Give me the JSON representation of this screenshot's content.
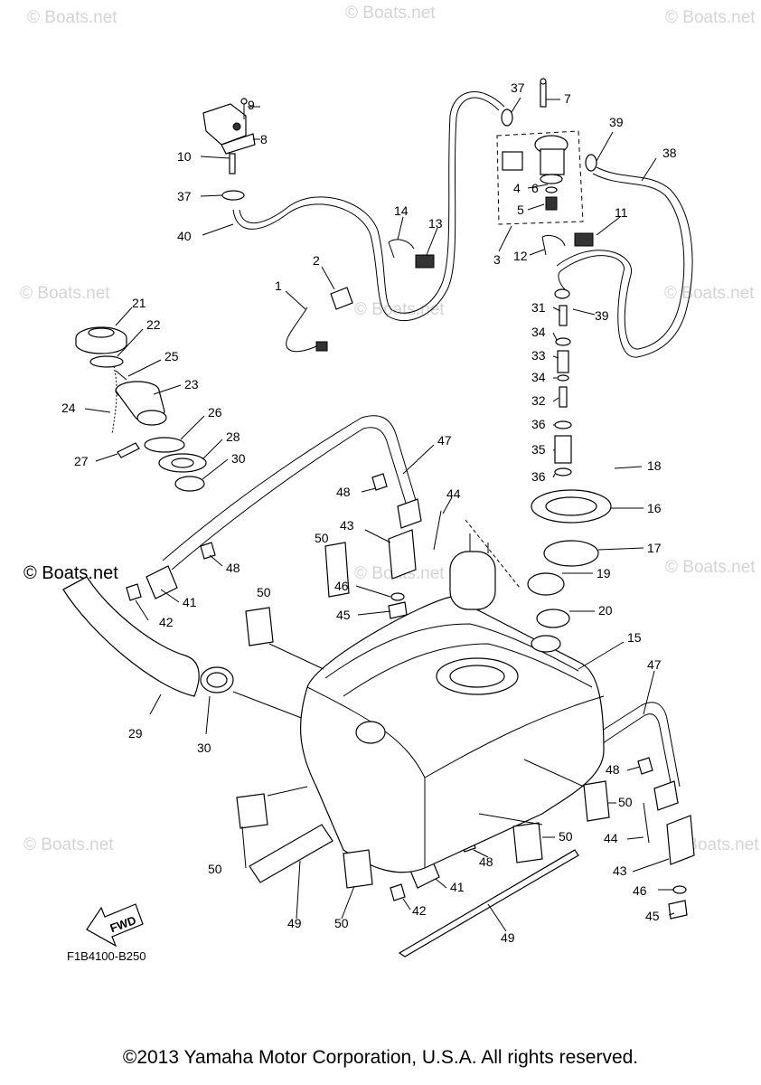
{
  "watermark": {
    "text": "© Boats.net",
    "dark_text": "© Boats.net"
  },
  "diagram_code": "F1B4100-B250",
  "fwd_label": "FWD",
  "copyright": "©2013 Yamaha Motor Corporation, U.S.A. All rights reserved.",
  "part_labels": {
    "p1": "1",
    "p2": "2",
    "p3": "3",
    "p4": "4",
    "p5": "5",
    "p6": "6",
    "p7": "7",
    "p8": "8",
    "p9": "9",
    "p10": "10",
    "p11": "11",
    "p12": "12",
    "p13": "13",
    "p14": "14",
    "p15": "15",
    "p16": "16",
    "p17": "17",
    "p18": "18",
    "p19": "19",
    "p20": "20",
    "p21": "21",
    "p22": "22",
    "p23": "23",
    "p24": "24",
    "p25": "25",
    "p26": "26",
    "p27": "27",
    "p28": "28",
    "p29": "29",
    "p30a": "30",
    "p30b": "30",
    "p31": "31",
    "p32": "32",
    "p33": "33",
    "p34a": "34",
    "p34b": "34",
    "p35": "35",
    "p36a": "36",
    "p36b": "36",
    "p37a": "37",
    "p37b": "37",
    "p38": "38",
    "p39a": "39",
    "p39b": "39",
    "p40": "40",
    "p41a": "41",
    "p41b": "41",
    "p42a": "42",
    "p42b": "42",
    "p43a": "43",
    "p43b": "43",
    "p44a": "44",
    "p44b": "44",
    "p45a": "45",
    "p45b": "45",
    "p46a": "46",
    "p46b": "46",
    "p47a": "47",
    "p47b": "47",
    "p48a": "48",
    "p48b": "48",
    "p48c": "48",
    "p48d": "48",
    "p49a": "49",
    "p49b": "49",
    "p50a": "50",
    "p50b": "50",
    "p50c": "50",
    "p50d": "50",
    "p50e": "50",
    "p50f": "50"
  }
}
